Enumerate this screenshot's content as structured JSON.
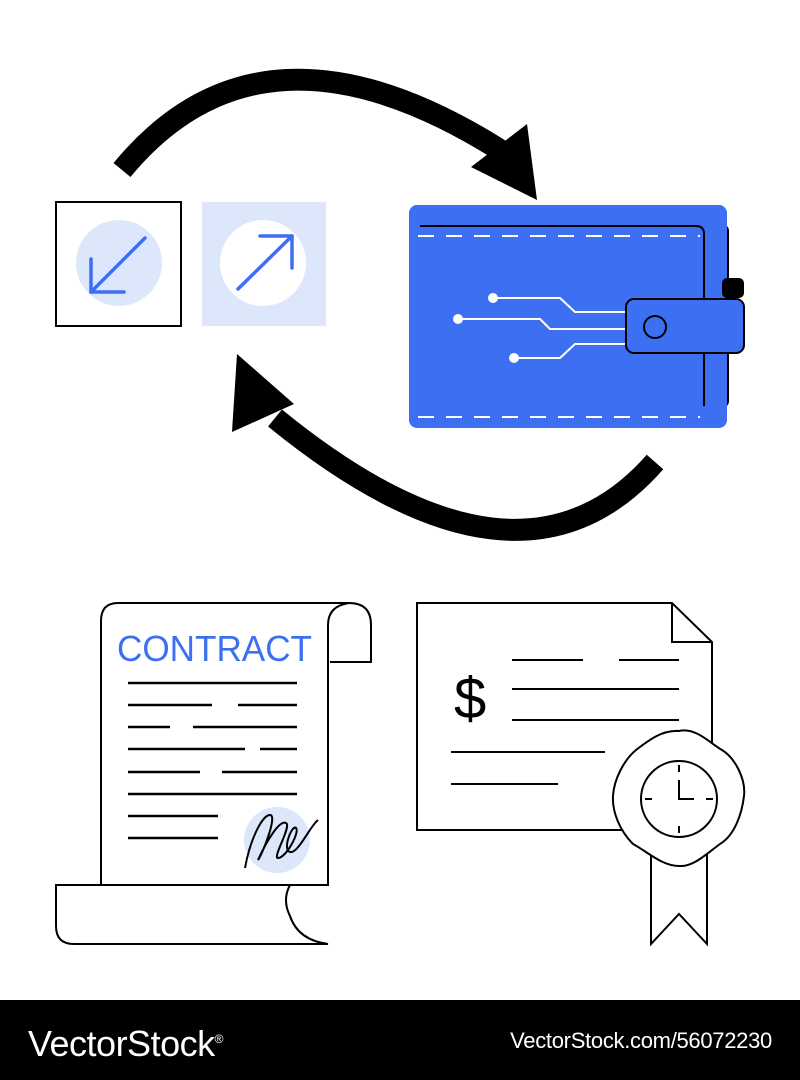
{
  "illustration": {
    "contract_title": "CONTRACT",
    "currency_symbol": "$",
    "icons": [
      "cycle-arrow-icon",
      "arrow-down-left-icon",
      "arrow-up-right-icon",
      "digital-wallet-icon",
      "contract-scroll-icon",
      "signature-icon",
      "invoice-document-icon",
      "clock-badge-icon"
    ]
  },
  "footer": {
    "brand": "VectorStock",
    "registered_mark": "®",
    "image_id_label": "VectorStock.com/56072230"
  },
  "colors": {
    "accent_blue": "#3d6ff2",
    "light_blue": "#dde7fb",
    "line_black": "#000000",
    "background": "#ffffff"
  }
}
